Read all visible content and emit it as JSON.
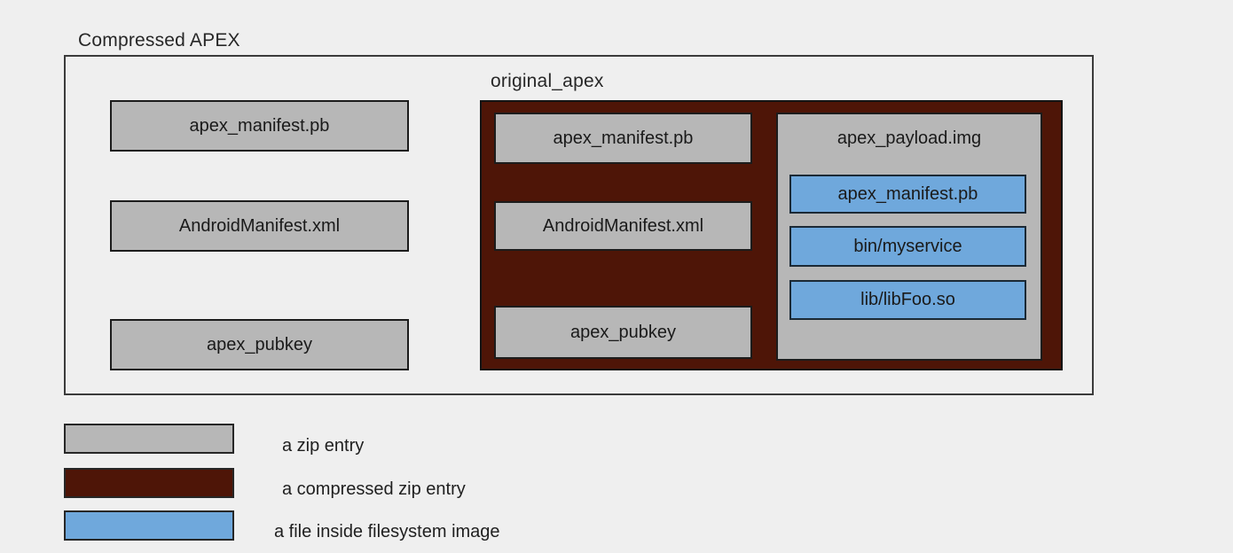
{
  "diagram": {
    "title": "Compressed APEX",
    "outer_entries": [
      "apex_manifest.pb",
      "AndroidManifest.xml",
      "apex_pubkey"
    ],
    "original_apex": {
      "label": "original_apex",
      "entries": [
        "apex_manifest.pb",
        "AndroidManifest.xml",
        "apex_pubkey"
      ],
      "payload": {
        "label": "apex_payload.img",
        "files": [
          "apex_manifest.pb",
          "bin/myservice",
          "lib/libFoo.so"
        ]
      }
    }
  },
  "legend": {
    "items": [
      {
        "label": "a zip entry",
        "color": "#b7b7b7"
      },
      {
        "label": "a compressed zip entry",
        "color": "#4e1507"
      },
      {
        "label": "a file inside filesystem image",
        "color": "#6fa8dc"
      }
    ]
  },
  "colors": {
    "background": "#efefef",
    "zip_entry": "#b7b7b7",
    "compressed_zip_entry": "#4e1507",
    "filesystem_image_file": "#6fa8dc"
  }
}
